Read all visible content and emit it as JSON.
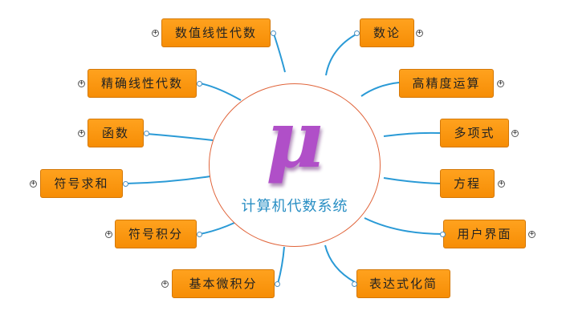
{
  "center": {
    "symbol": "μ",
    "label": "计算机代数系统"
  },
  "left_nodes": [
    {
      "label": "数值线性代数",
      "expanded": false
    },
    {
      "label": "精确线性代数",
      "expanded": false
    },
    {
      "label": "函数",
      "expanded": false
    },
    {
      "label": "符号求和",
      "expanded": false
    },
    {
      "label": "符号积分",
      "expanded": false
    },
    {
      "label": "基本微积分",
      "expanded": false
    }
  ],
  "right_nodes": [
    {
      "label": "数论",
      "expanded": false
    },
    {
      "label": "高精度运算",
      "expanded": false
    },
    {
      "label": "多项式",
      "expanded": false
    },
    {
      "label": "方程",
      "expanded": false
    },
    {
      "label": "用户界面",
      "expanded": false
    },
    {
      "label": "表达式化简",
      "expanded": false
    }
  ],
  "colors": {
    "node_fill": "#f7950f",
    "link": "#2a9ad6",
    "center_border": "#e0643a",
    "center_text": "#2a8fc4",
    "mu": "#b04fc8"
  }
}
